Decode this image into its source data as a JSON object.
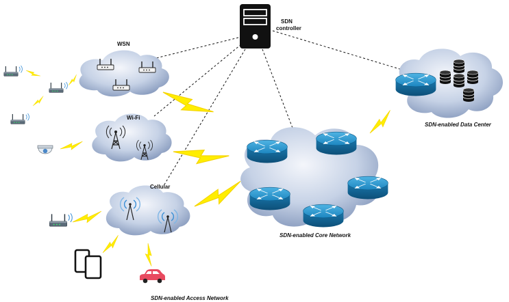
{
  "labels": {
    "sdn_controller": [
      "SDN",
      "controller"
    ],
    "wsn": "WSN",
    "wifi": "Wi-Fi",
    "cellular": "Cellular",
    "core_network": "SDN-enabled Core Network",
    "data_center": "SDN-enabled Data Center",
    "access_network": "SDN-enabled Access Network"
  },
  "colors": {
    "cloud_light": "#eef2f8",
    "cloud_dark": "#7f93b8",
    "router_blue": "#1f8ec5",
    "lightning": "#ffee00",
    "car": "#e84a5f"
  }
}
